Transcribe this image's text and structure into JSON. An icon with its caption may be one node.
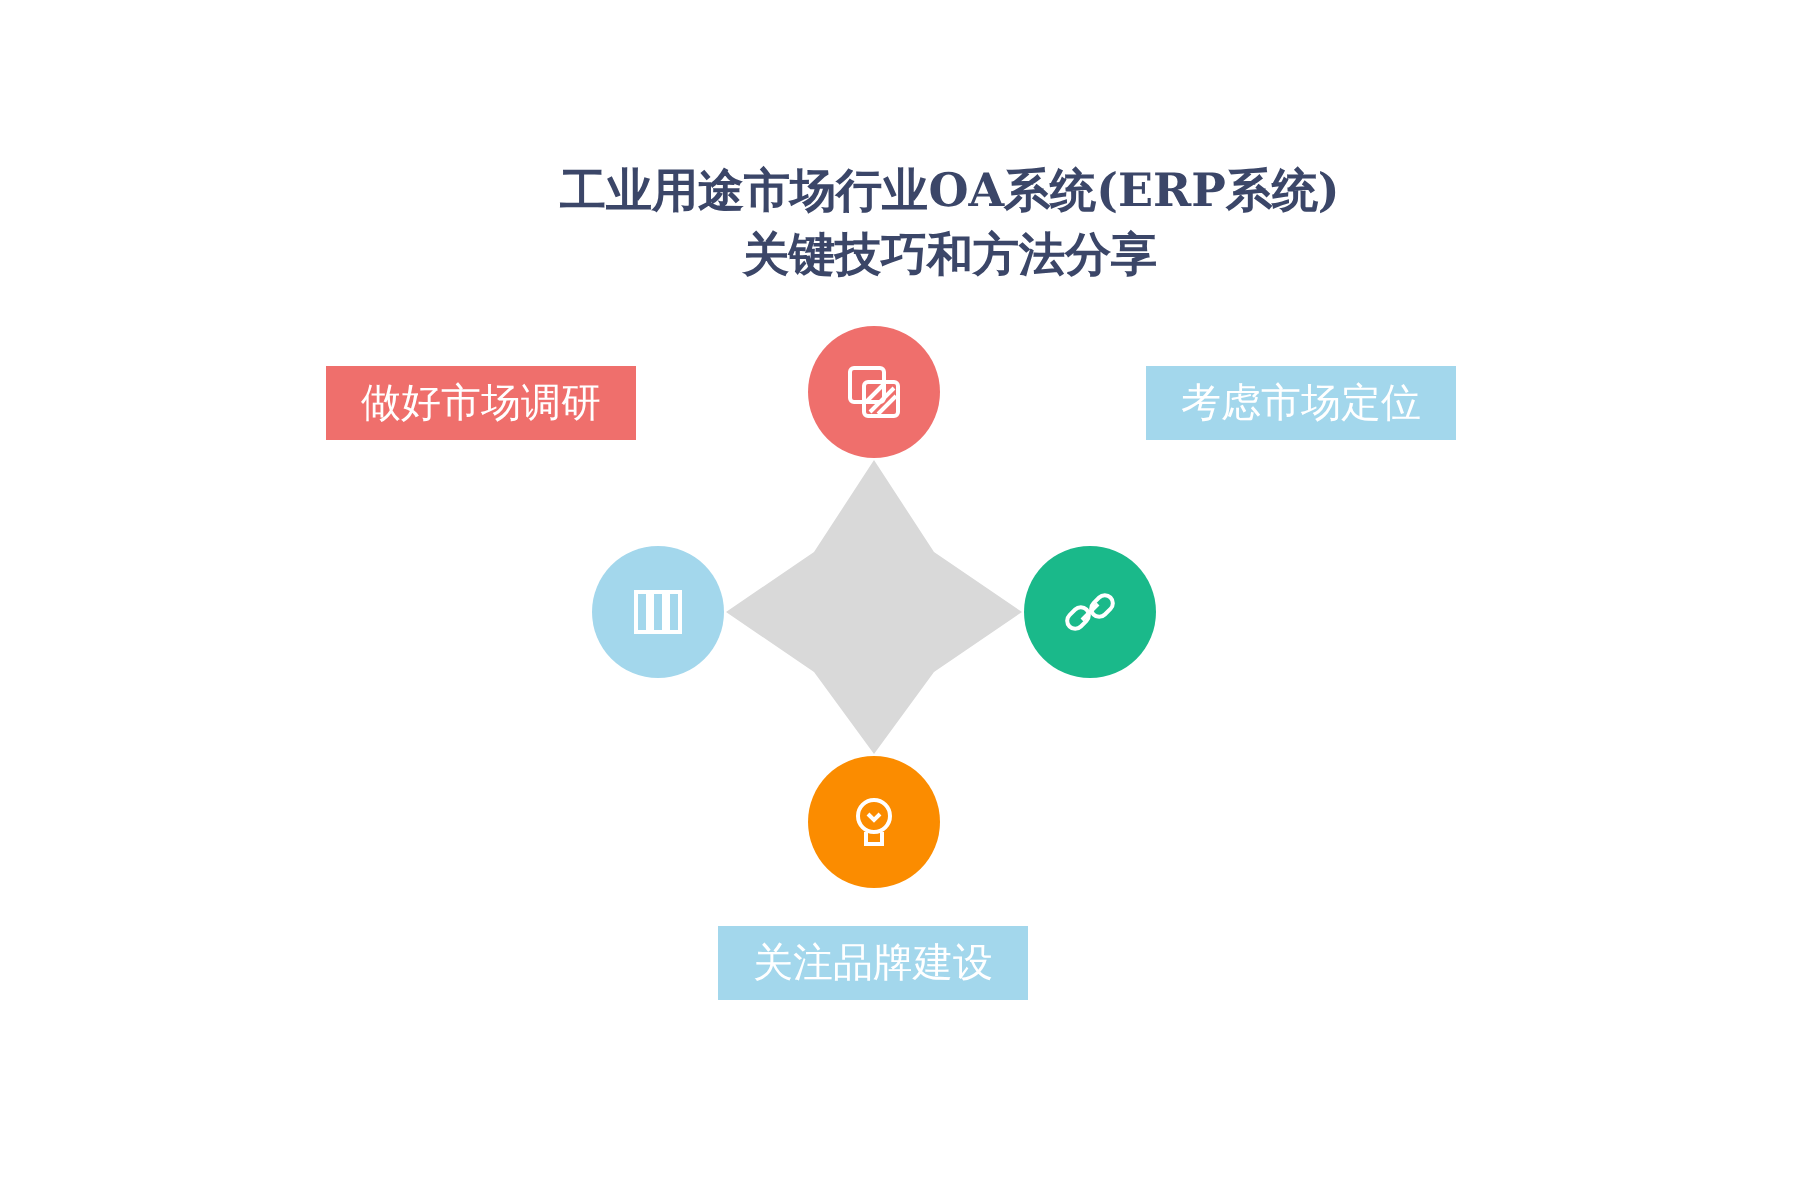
{
  "diagram": {
    "title": "工业用途市场行业OA系统(ERP系统)关键技巧和方法分享",
    "nodes": [
      {
        "text": [
          "做好市场调研"
        ]
      },
      {
        "text": [],
        "shape": "circle"
      },
      {
        "text": [
          "考虑市场定位"
        ]
      },
      {
        "text": [],
        "shape": "circle"
      },
      {
        "text": [],
        "shape": "circle"
      },
      {
        "text": [],
        "shape": "circle"
      },
      {
        "text": [
          "关注品牌建设"
        ]
      },
      {
        "text": [],
        "shape": "star"
      }
    ]
  }
}
